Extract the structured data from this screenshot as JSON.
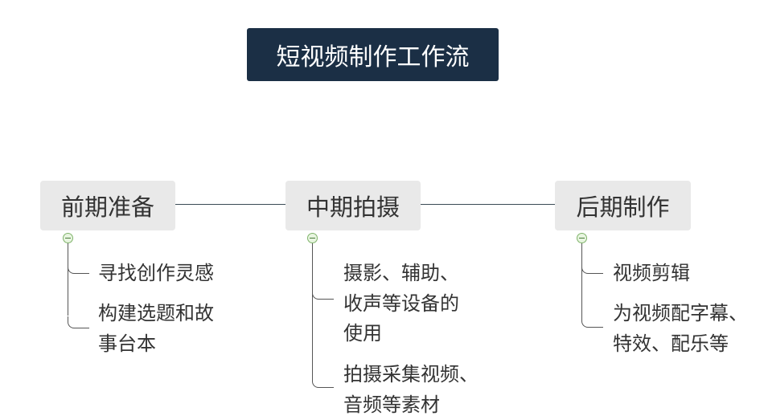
{
  "title": "短视频制作工作流",
  "stages": [
    {
      "label": "前期准备",
      "children": [
        "寻找创作灵感",
        "构建选题和故\n事台本"
      ]
    },
    {
      "label": "中期拍摄",
      "children": [
        "摄影、辅助、\n收声等设备的\n使用",
        "拍摄采集视频、\n音频等素材"
      ]
    },
    {
      "label": "后期制作",
      "children": [
        "视频剪辑",
        "为视频配字幕、\n特效、配乐等"
      ]
    }
  ],
  "colors": {
    "title_bg": "#1b2f45",
    "node_bg": "#e9e9e9",
    "collapse": "#7fb36a"
  }
}
